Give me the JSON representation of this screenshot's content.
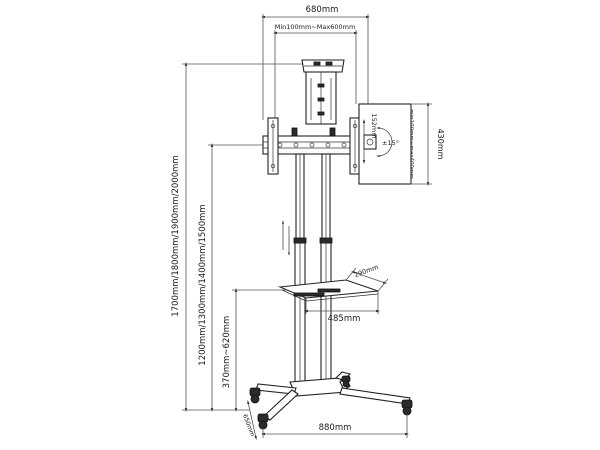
{
  "dimensions": {
    "mount_width": "680mm",
    "vesa_horizontal": "Min100mm~Max600mm",
    "mount_height": "430mm",
    "vesa_vertical": "min100mm~max400mm",
    "bracket_offset": "152mm",
    "tilt": "±15°",
    "total_height": "1700mm/1800mm/1900mm/2000mm",
    "pole_height": "1200mm/1300mm/1400mm/1500mm",
    "shelf_height": "370mm~620mm",
    "shelf_width": "485mm",
    "shelf_depth": "290mm",
    "base_width": "880mm",
    "base_depth": "650mm"
  },
  "colors": {
    "line": "#222222",
    "dimension_line": "#555555",
    "background": "#ffffff"
  }
}
